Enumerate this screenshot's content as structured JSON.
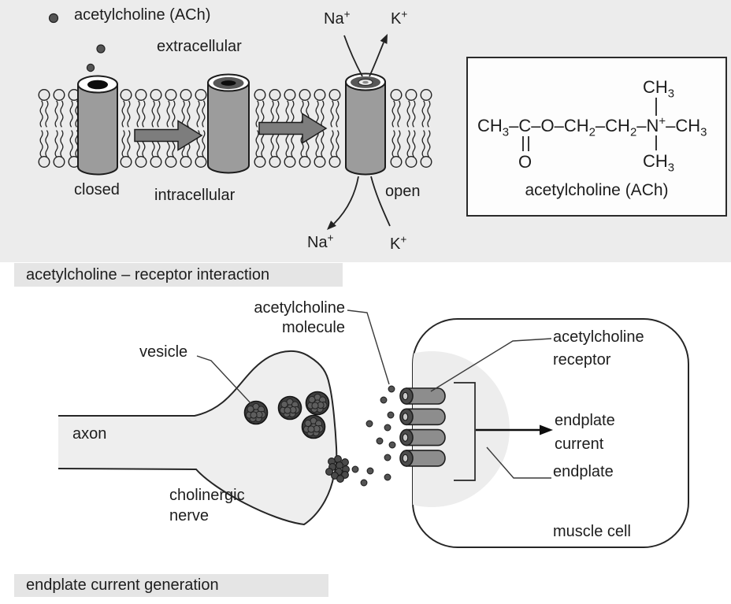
{
  "colors": {
    "panel_bg": "#ececec",
    "band_bg": "#e5e5e5",
    "ink": "#1d1d1d",
    "channel_gray": "#9c9c9c",
    "arrow_gray": "#7d7d7d",
    "receptor_gray": "#8d8d8d",
    "vesicle_dark": "#3e3e3e",
    "terminal_fill": "#eeeeee",
    "endplate_fill": "#ededed"
  },
  "legend": {
    "ach": "acetylcholine (ACh)"
  },
  "membrane_panel": {
    "extracellular": "extracellular",
    "intracellular": "intracellular",
    "closed": "closed",
    "open": "open",
    "na_ion": [
      {
        "t": "Na"
      },
      {
        "sup": "+"
      }
    ],
    "k_ion": [
      {
        "t": "K"
      },
      {
        "sup": "+"
      }
    ]
  },
  "structure_box": {
    "formula": [
      {
        "t": "CH"
      },
      {
        "sub": "3"
      },
      {
        "t": "–C–O–CH"
      },
      {
        "sub": "2"
      },
      {
        "t": "–CH"
      },
      {
        "sub": "2"
      },
      {
        "t": "–N"
      },
      {
        "sup": "+"
      },
      {
        "t": "–CH"
      },
      {
        "sub": "3"
      }
    ],
    "oxygen": "O",
    "methyl": [
      {
        "t": "CH"
      },
      {
        "sub": "3"
      }
    ],
    "caption": "acetylcholine (ACh)"
  },
  "section_labels": {
    "interaction": "acetylcholine – receptor interaction",
    "generation": "endplate current generation"
  },
  "synapse_panel": {
    "ach_molecule": [
      "acetylcholine",
      "molecule"
    ],
    "vesicle": "vesicle",
    "axon": "axon",
    "cholinergic_nerve": [
      "cholinergic",
      "nerve"
    ],
    "ach_receptor": [
      "acetylcholine",
      "receptor"
    ],
    "endplate_current": [
      "endplate",
      "current"
    ],
    "endplate": "endplate",
    "muscle_cell": "muscle cell"
  }
}
